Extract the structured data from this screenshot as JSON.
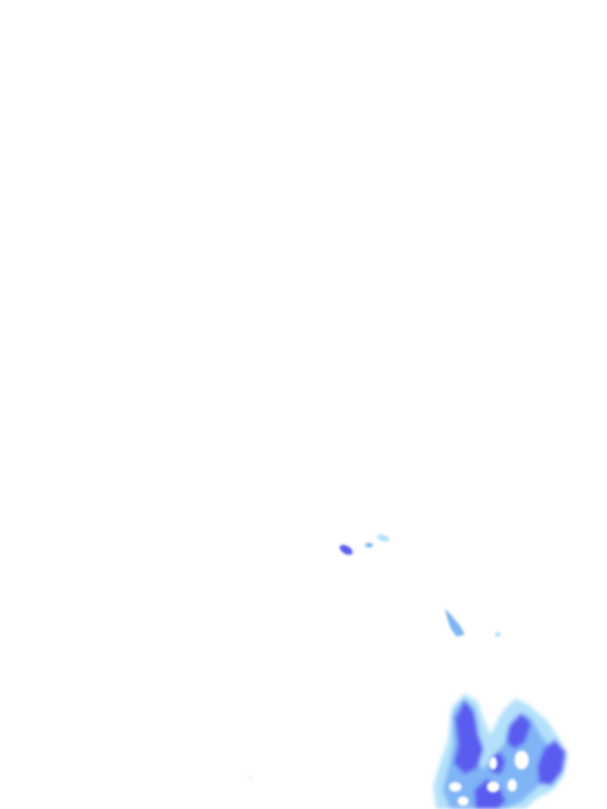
{
  "map": {
    "layer": "radar-precipitation-overlay",
    "background_color": "#ffffff",
    "palette": {
      "light": "#b3e1fb",
      "medium": "#7fb4f5",
      "heavy": "#5a5cf0"
    },
    "echoes": [
      {
        "name": "echo-small-1",
        "intensity": "heavy"
      },
      {
        "name": "echo-small-2",
        "intensity": "medium"
      },
      {
        "name": "echo-small-3",
        "intensity": "light"
      },
      {
        "name": "echo-streak",
        "intensity": "medium"
      },
      {
        "name": "echo-speck",
        "intensity": "light"
      },
      {
        "name": "echo-cluster",
        "intensity": "heavy"
      }
    ]
  }
}
